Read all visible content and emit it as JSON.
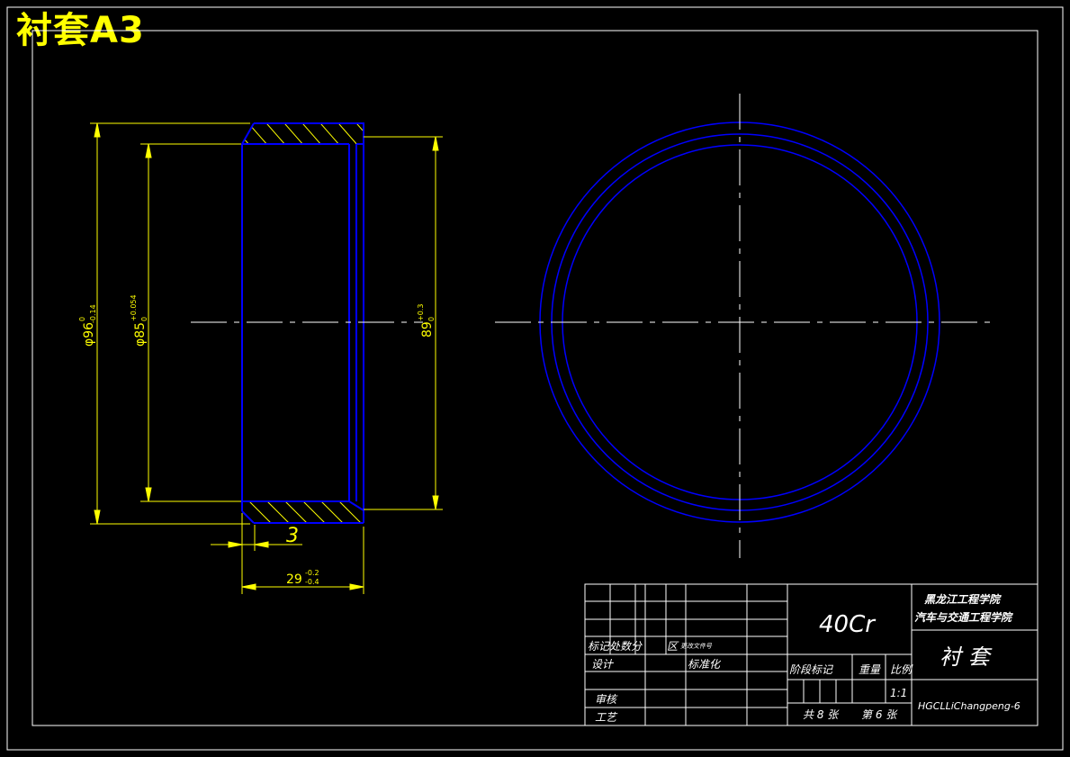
{
  "header": {
    "title": "衬套A3"
  },
  "dimensions": {
    "outer_diameter": {
      "base": "φ96",
      "upper": "0",
      "lower": "-0.14"
    },
    "inner_diameter": {
      "base": "φ85",
      "upper": "+0.054",
      "lower": "0"
    },
    "bore_diameter": {
      "base": "89",
      "upper": "+0.3",
      "lower": "0"
    },
    "chamfer": "3",
    "length": {
      "base": "29",
      "upper": "-0.2",
      "lower": "-0.4"
    }
  },
  "title_block": {
    "material": "40Cr",
    "school_line1": "黑龙江工程学院",
    "school_line2": "汽车与交通工程学院",
    "part_name": "衬 套",
    "drawing_code": "HGCLLiChangpeng-6",
    "row_labels": {
      "revision": "标记处数分",
      "zone": "区",
      "file_no": "更改文件号",
      "design": "设计",
      "standardize": "标准化",
      "review": "审核",
      "process": "工艺"
    },
    "stage_mark": "阶段标记",
    "weight": "重量",
    "scale_label": "比例",
    "scale": "1:1",
    "sheet_total": "共 8 张",
    "sheet_current": "第 6 张"
  },
  "colors": {
    "background": "#000000",
    "part_outline": "#0000ff",
    "dimension": "#ffff00",
    "centerline": "#ffffff",
    "hatch": "#ffff00",
    "frame": "#ffffff"
  }
}
